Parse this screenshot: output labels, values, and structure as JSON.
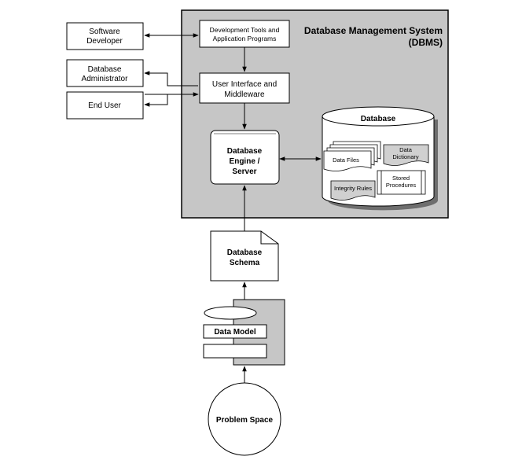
{
  "dbms": {
    "title_line1": "Database Management System",
    "title_line2": "(DBMS)"
  },
  "actors": {
    "software_developer": [
      "Software",
      "Developer"
    ],
    "database_administrator": [
      "Database",
      "Administrator"
    ],
    "end_user": "End User"
  },
  "boxes": {
    "dev_tools": [
      "Development Tools and",
      "Application Programs"
    ],
    "user_interface": [
      "User Interface and",
      "Middleware"
    ],
    "engine": [
      "Database",
      "Engine /",
      "Server"
    ]
  },
  "database": {
    "title": "Database",
    "data_files": "Data Files",
    "data_dictionary": [
      "Data",
      "Dictionary"
    ],
    "integrity_rules": "Integrity Rules",
    "stored_procedures": [
      "Stored",
      "Procedures"
    ]
  },
  "schema": [
    "Database",
    "Schema"
  ],
  "data_model": "Data Model",
  "problem_space": "Problem Space",
  "colors": {
    "dbms_fill": "#c6c6c6",
    "shape_fill": "#ffffff",
    "stroke": "#000000",
    "doc_fill": "#d0d0d0"
  }
}
